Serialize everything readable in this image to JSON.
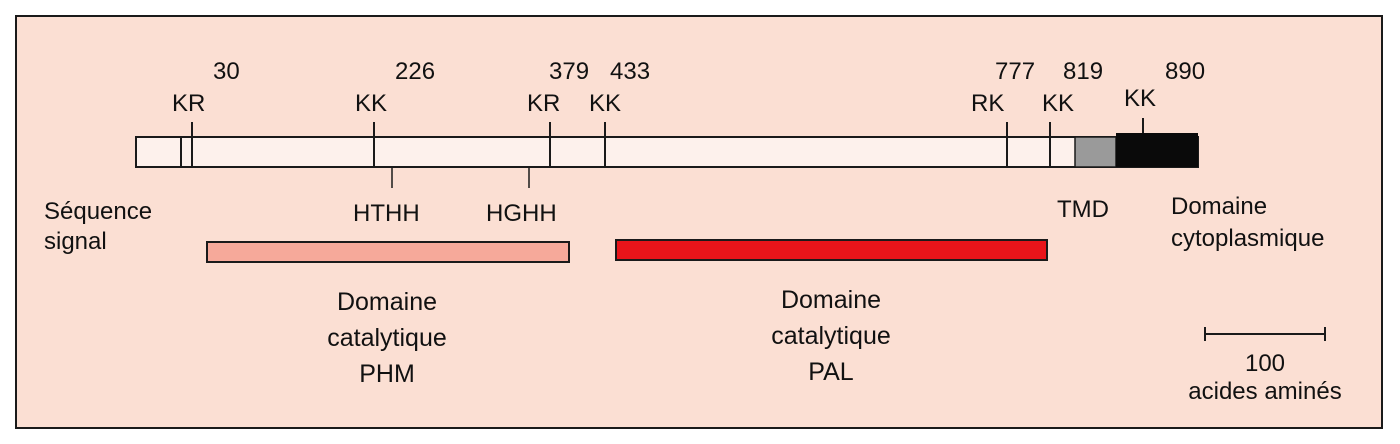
{
  "protein": {
    "sites": [
      {
        "label": "KR",
        "position": "30"
      },
      {
        "label": "KK",
        "position": "226"
      },
      {
        "label": "KR",
        "position": "379"
      },
      {
        "label": "KK",
        "position": "433"
      },
      {
        "label": "RK",
        "position": "777"
      },
      {
        "label": "KK",
        "position": "819"
      },
      {
        "label": "KK",
        "position": "890"
      }
    ],
    "motifs": [
      "HTHH",
      "HGHH"
    ],
    "regions": {
      "signal": [
        "Séquence",
        "signal"
      ],
      "tmd": "TMD",
      "cytoplasmic": [
        "Domaine",
        "cytoplasmique"
      ]
    }
  },
  "domains": [
    {
      "lines": [
        "Domaine",
        "catalytique",
        "PHM"
      ],
      "color": "#f6a99a"
    },
    {
      "lines": [
        "Domaine",
        "catalytique",
        "PAL"
      ],
      "color": "#e8141a"
    }
  ],
  "scale": {
    "value": "100",
    "unit": "acides aminés"
  },
  "colors": {
    "tmd": "#9a9a9a",
    "cytoplasmic": "#0a0a0a"
  }
}
